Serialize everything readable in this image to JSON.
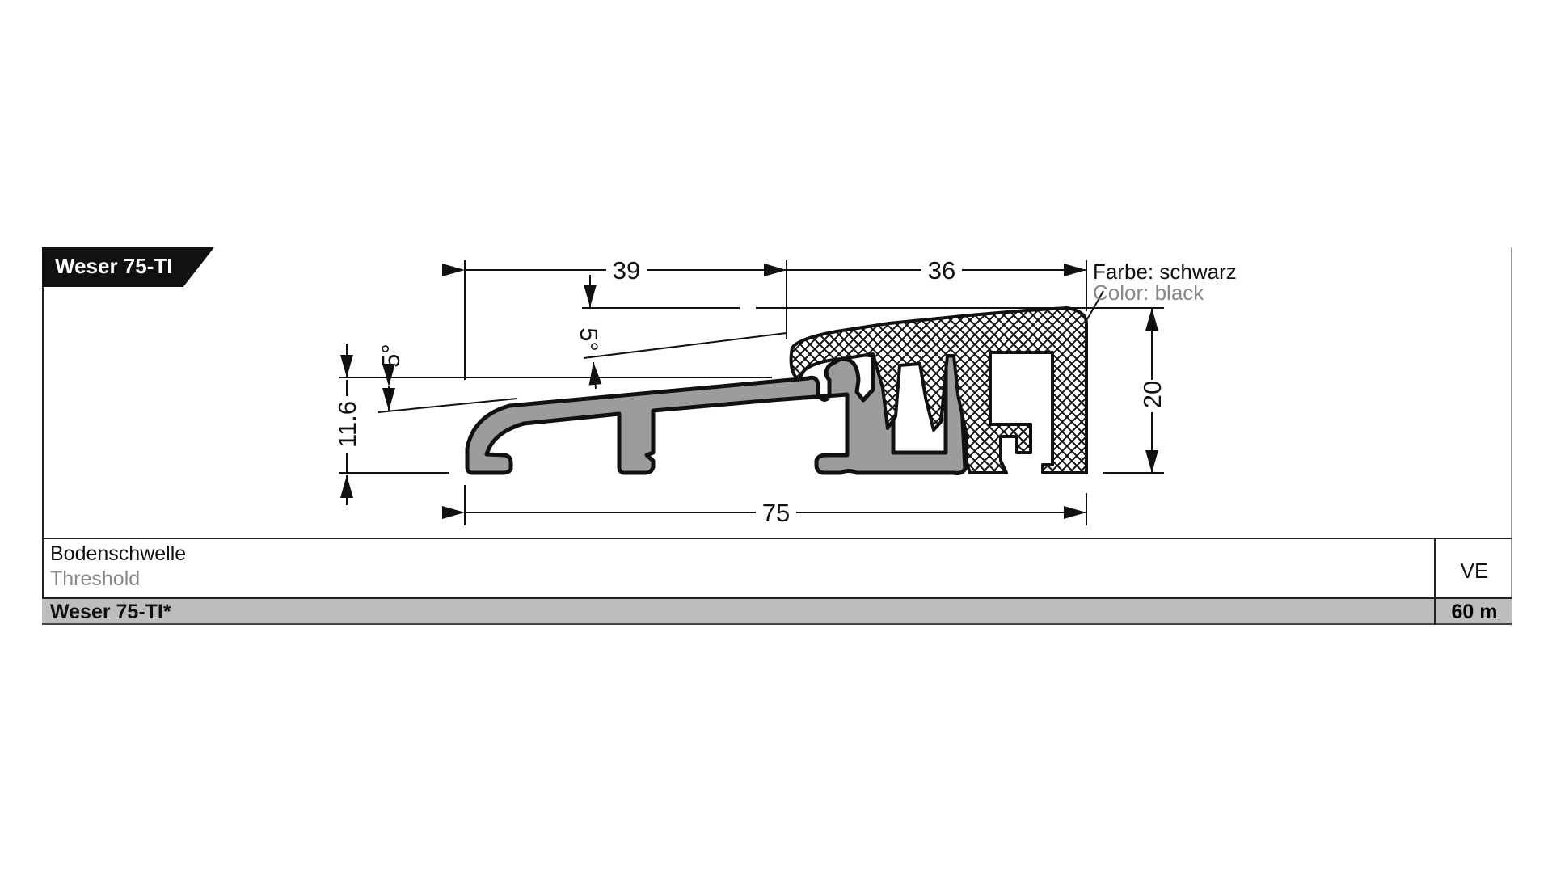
{
  "header": {
    "title": "Weser 75-TI"
  },
  "drawing": {
    "dimensions": {
      "d39": "39",
      "d36": "36",
      "d75": "75",
      "d20": "20",
      "d11_6": "11.6",
      "angle1": "5°",
      "angle2": "5°"
    },
    "color_de": "Farbe: schwarz",
    "color_en": "Color: black",
    "colors": {
      "aluminium": "#9c9c9c",
      "rubber": "#111111"
    }
  },
  "table": {
    "description_de": "Bodenschwelle",
    "description_en": "Threshold",
    "unit_header": "VE",
    "product_code": "Weser 75-TI*",
    "quantity": "60 m"
  }
}
